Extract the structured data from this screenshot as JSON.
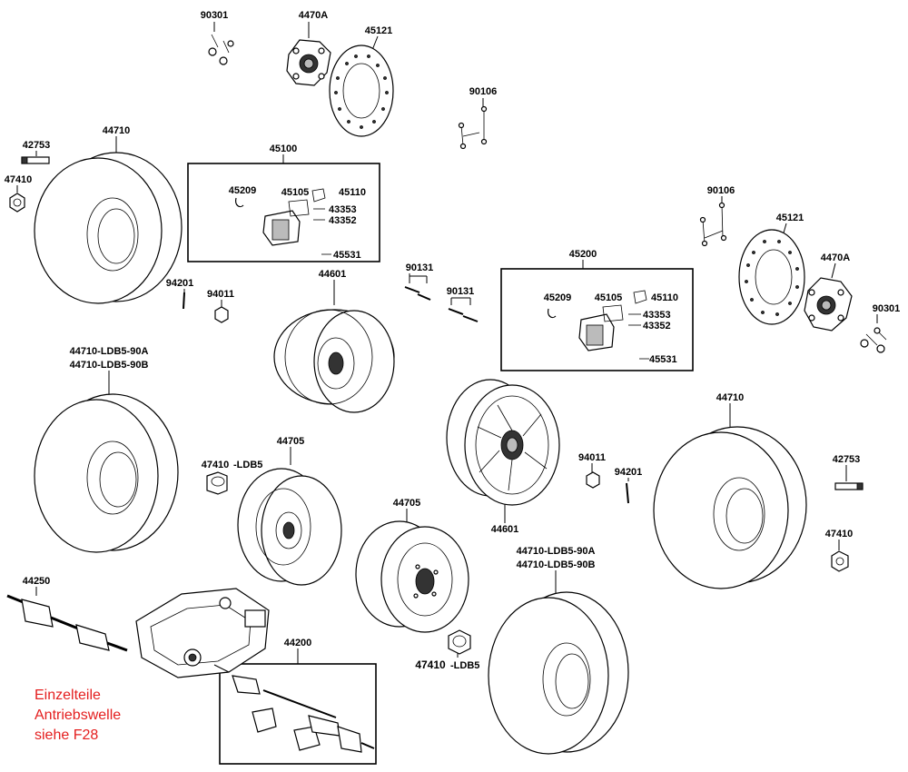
{
  "parts": {
    "p90301_top": "90301",
    "p4470a_top": "4470A",
    "p45121_top": "45121",
    "p90106_top": "90106",
    "p42753_left": "42753",
    "p44710_top": "44710",
    "p47410_left": "47410",
    "p45100": "45100",
    "p45209_a": "45209",
    "p45105_a": "45105",
    "p45110_a": "45110",
    "p43353_a": "43353",
    "p43352_a": "43352",
    "p45531_a": "45531",
    "p90106_right": "90106",
    "p45121_right": "45121",
    "p4470a_right": "4470A",
    "p90301_right": "90301",
    "p90131_a": "90131",
    "p90131_b": "90131",
    "p45200": "45200",
    "p45209_b": "45209",
    "p45105_b": "45105",
    "p45110_b": "45110",
    "p43353_b": "43353",
    "p43352_b": "43352",
    "p45531_b": "45531",
    "p94201_left": "94201",
    "p94011_left": "94011",
    "p44601_top": "44601",
    "p44710_ldb_a_left": "44710-LDB5-90A",
    "p44710_ldb_b_left": "44710-LDB5-90B",
    "p44710_right": "44710",
    "p47410_ldb_mid": "47410",
    "p_ldb5_mid": "-LDB5",
    "p44705_a": "44705",
    "p94011_right": "94011",
    "p94201_right": "94201",
    "p42753_right": "42753",
    "p44601_bottom": "44601",
    "p44705_b": "44705",
    "p47410_right": "47410",
    "p44710_ldb_a_right": "44710-LDB5-90A",
    "p44710_ldb_b_right": "44710-LDB5-90B",
    "p44250": "44250",
    "p44200": "44200",
    "p47410_ldb_bottom": "47410",
    "p_ldb5_bottom": "-LDB5"
  },
  "note": {
    "line1": "Einzelteile",
    "line2": "Antriebswelle",
    "line3": "siehe F28"
  },
  "colors": {
    "note": "#e41e1e",
    "line": "#000000",
    "background": "#ffffff"
  }
}
